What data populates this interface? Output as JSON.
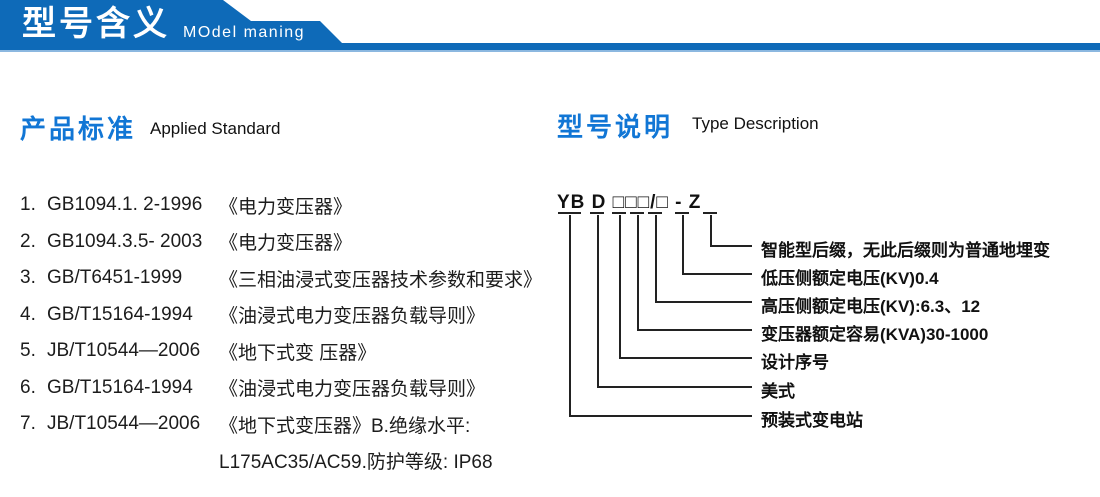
{
  "banner": {
    "title": "型号含义",
    "subtitle": "MOdel maning"
  },
  "applied_standard": {
    "heading_cn": "产品标准",
    "heading_en": "Applied Standard",
    "items": [
      {
        "num": "1.",
        "code": "GB1094.1. 2-1996",
        "title": "《电力变压器》"
      },
      {
        "num": "2.",
        "code": "GB1094.3.5- 2003",
        "title": "《电力变压器》"
      },
      {
        "num": "3.",
        "code": "GB/T6451-1999",
        "title": "《三相油浸式变压器技术参数和要求》"
      },
      {
        "num": "4.",
        "code": "GB/T15164-1994",
        "title": "《油浸式电力变压器负载导则》"
      },
      {
        "num": "5.",
        "code": "JB/T10544—2006",
        "title": "《地下式变 压器》"
      },
      {
        "num": "6.",
        "code": "GB/T15164-1994",
        "title": "《油浸式电力变压器负载导则》"
      },
      {
        "num": "7.",
        "code": "JB/T10544—2006",
        "title": "《地下式变压器》B.绝缘水平:"
      },
      {
        "num": "",
        "code": "",
        "title": "L175AC35/AC59.防护等级: IP68"
      }
    ]
  },
  "type_description": {
    "heading_cn": "型号说明",
    "heading_en": "Type Description",
    "model_code": "YB D □□□/□ - Z",
    "labels": [
      "智能型后缀，无此后缀则为普通地埋变",
      "低压侧额定电压(KV)0.4",
      "高压侧额定电压(KV):6.3、12",
      "变压器额定容易(KVA)30-1000",
      "设计序号",
      "美式",
      "预装式变电站"
    ]
  },
  "colors": {
    "banner_blue": "#0e6ab8",
    "heading_blue": "#1176d5",
    "line_color": "#222222",
    "text_color": "#1c1c1c"
  }
}
